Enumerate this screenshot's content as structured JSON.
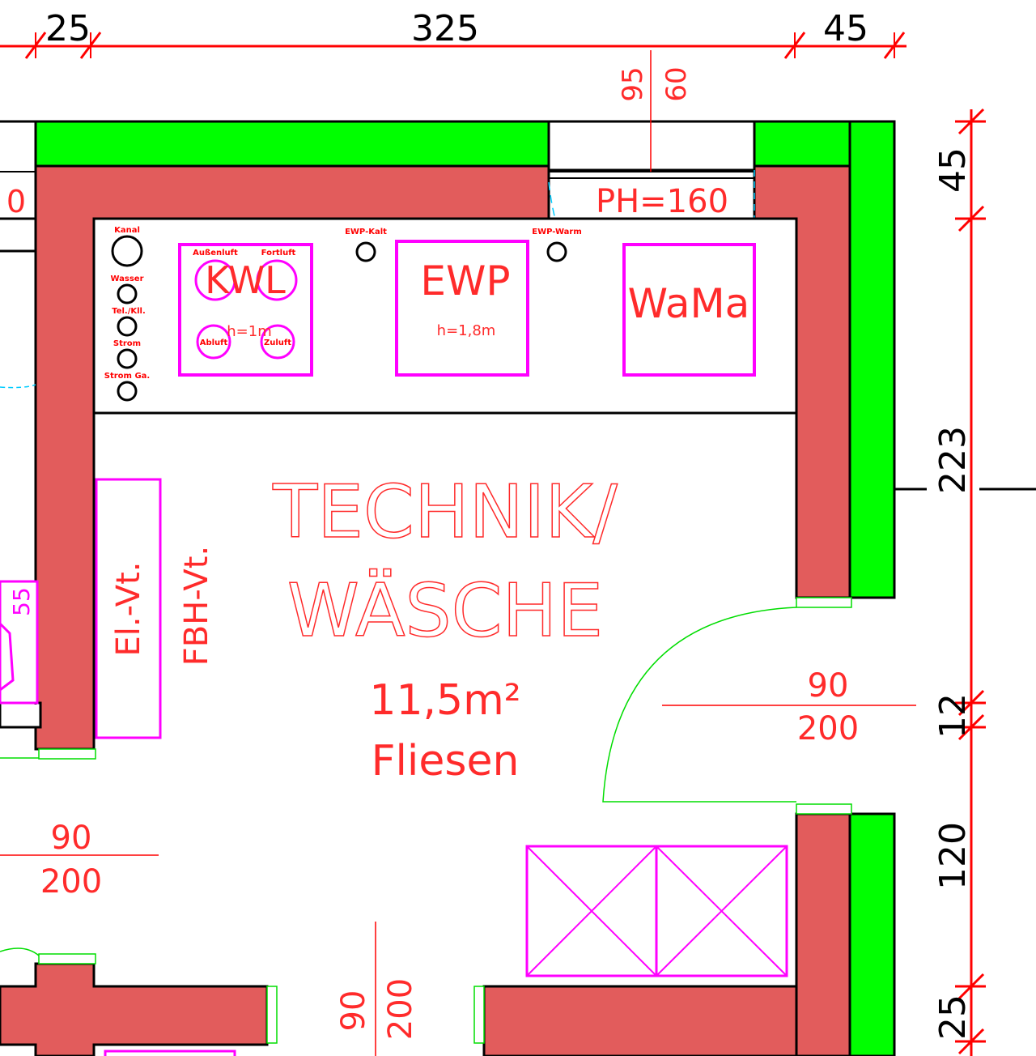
{
  "dims_top": {
    "d1": "25",
    "d2": "325",
    "d3": "45"
  },
  "dims_right": {
    "d1": "45",
    "d2": "223",
    "d3": "12",
    "d4": "120",
    "d5": "25"
  },
  "window_top": {
    "upper": "95",
    "lower": "60"
  },
  "ph_label": "PH=160",
  "partial_label": "0",
  "room": {
    "line1": "TECHNIK/",
    "line2": "WÄSCHE",
    "area": "11,5m²",
    "floor": "Fliesen"
  },
  "equipment": {
    "kwl": {
      "label": "KWL",
      "height": "h=1m",
      "aussenluft": "Außenluft",
      "fortluft": "Fortluft",
      "abluft": "Abluft",
      "zuluft": "Zuluft"
    },
    "ewp": {
      "label": "EWP",
      "height": "h=1,8m"
    },
    "wama": {
      "label": "WaMa"
    },
    "ewp_kalt": "EWP-Kalt",
    "ewp_warm": "EWP-Warm",
    "connections": [
      "Kanal",
      "Wasser",
      "Tel./Kll.",
      "Strom",
      "Strom Ga."
    ]
  },
  "distribution": {
    "el": "El.-Vt.",
    "fbh": "FBH-Vt."
  },
  "doors": {
    "right": {
      "width": "90",
      "height": "200"
    },
    "left": {
      "width": "90",
      "height": "200"
    },
    "bottom": {
      "width": "90",
      "height": "200"
    }
  },
  "left_partial_label": "55",
  "colors": {
    "wall": "#e25c5c",
    "insulation": "#00ff00",
    "dimension": "#ff0000",
    "furniture": "#ff00ff",
    "door": "#00dd00",
    "opening_arc": "#00ccff"
  }
}
